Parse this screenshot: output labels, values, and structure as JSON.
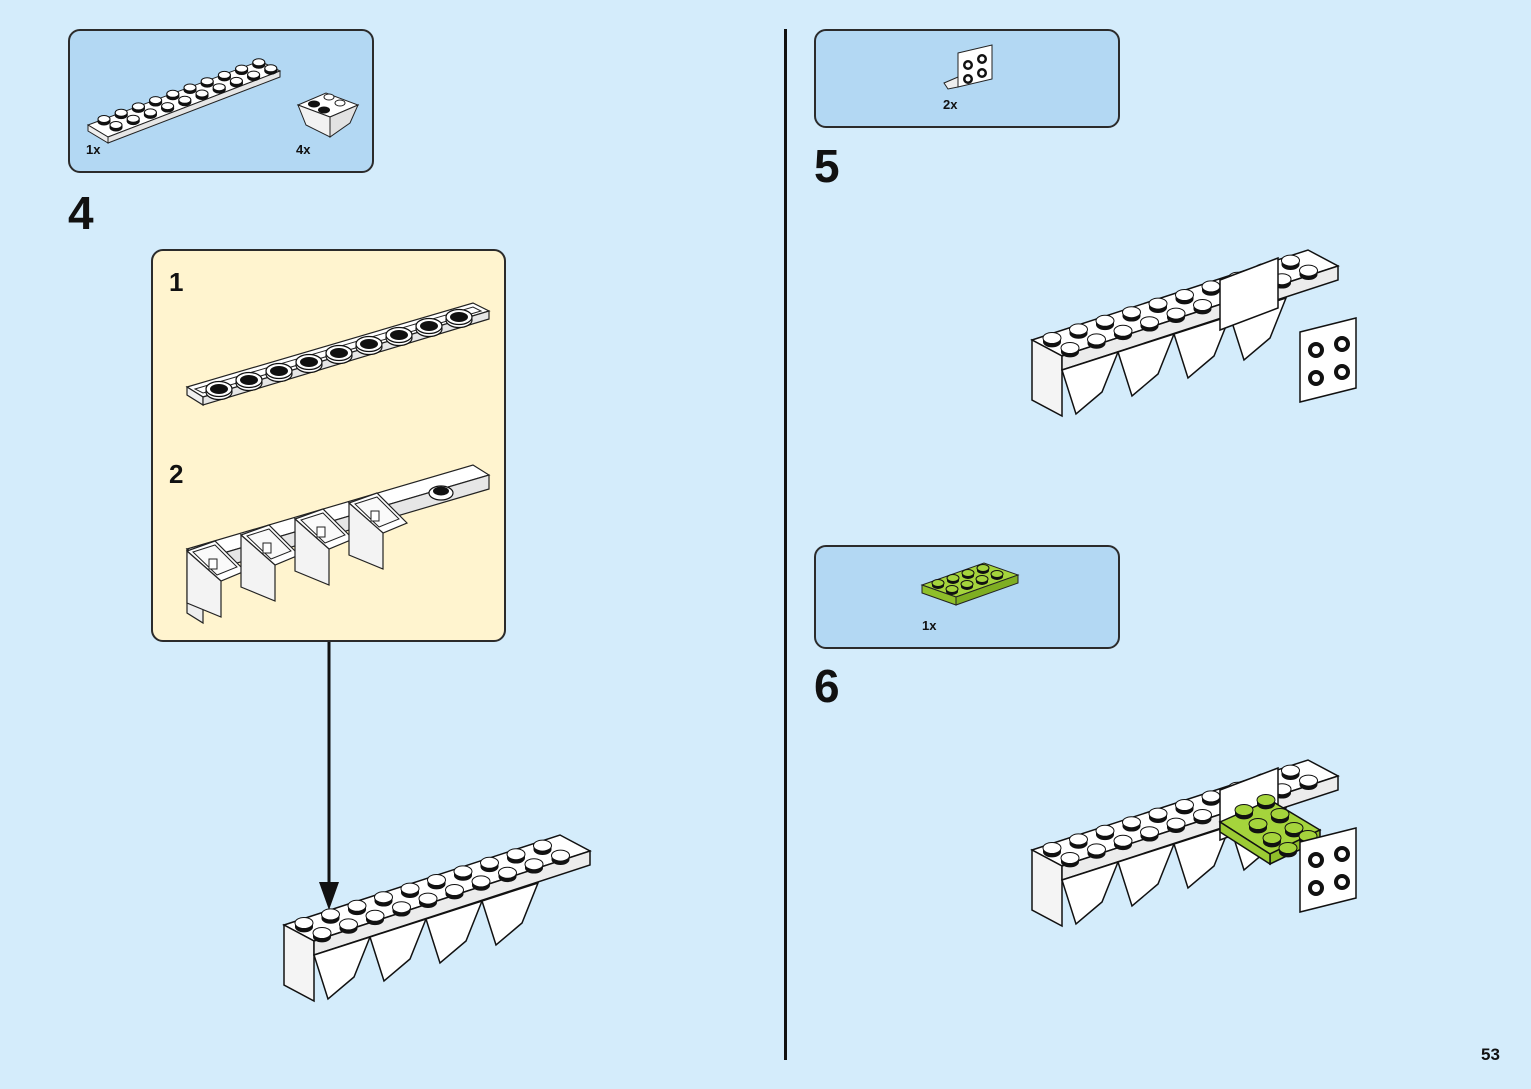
{
  "page": {
    "page_number": "53",
    "background_color": "#d4ecfb",
    "parts_box_color": "#b3d8f3",
    "sub_assembly_color": "#fff4cf"
  },
  "steps": [
    {
      "number": "4",
      "parts": [
        {
          "icon": "white-plate-2x10-icon",
          "qty": "1x",
          "color": "#ffffff"
        },
        {
          "icon": "white-inverted-slope-2x2-icon",
          "qty": "4x",
          "color": "#ffffff"
        }
      ],
      "sub_assembly": {
        "steps": [
          {
            "number": "1",
            "description": "white-plate-1x10-icon"
          },
          {
            "number": "2",
            "description": "four-inverted-slopes-attached-icon"
          }
        ]
      },
      "result": "assembled-base-icon"
    },
    {
      "number": "5",
      "parts": [
        {
          "icon": "white-bracket-2x2-icon",
          "qty": "2x",
          "color": "#ffffff"
        }
      ],
      "result": "base-with-brackets-icon"
    },
    {
      "number": "6",
      "parts": [
        {
          "icon": "lime-plate-2x4-icon",
          "qty": "1x",
          "color": "#a5d43c"
        }
      ],
      "result": "base-with-lime-plate-icon"
    }
  ]
}
